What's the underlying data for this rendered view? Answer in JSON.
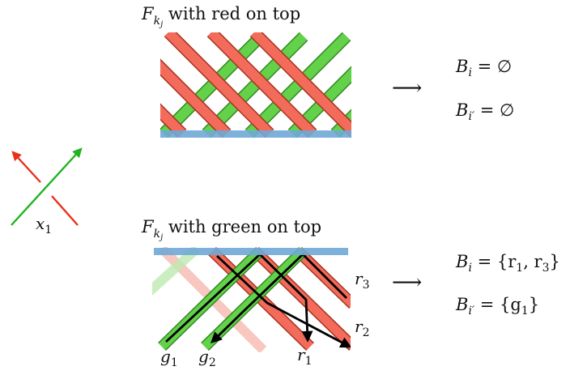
{
  "crossing": {
    "label_main": "x",
    "label_sub": "1",
    "colors": {
      "red": "#e8311a",
      "green": "#1fb31f"
    }
  },
  "panel_top": {
    "title_F": "F",
    "title_sub": "k",
    "title_subsub": "j",
    "title_rest": " with red on top",
    "arrow": "⟶",
    "result1_lhs": "B",
    "result1_sub": "i",
    "result1_rhs": " = ∅",
    "result2_lhs": "B",
    "result2_sub": "i′",
    "result2_rhs": " = ∅"
  },
  "panel_bottom": {
    "title_F": "F",
    "title_sub": "k",
    "title_subsub": "j",
    "title_rest": " with green on top",
    "arrow": "⟶",
    "result1_lhs": "B",
    "result1_sub": "i",
    "result1_rhs": " = {r",
    "result1_r1": "1",
    "result1_mid": ", r",
    "result1_r3": "3",
    "result1_end": "}",
    "result2_lhs": "B",
    "result2_sub": "i′",
    "result2_rhs": " = {g",
    "result2_g1": "1",
    "result2_end": "}",
    "labels": {
      "g1_main": "g",
      "g1_sub": "1",
      "g2_main": "g",
      "g2_sub": "2",
      "r1_main": "r",
      "r1_sub": "1",
      "r2_main": "r",
      "r2_sub": "2",
      "r3_main": "r",
      "r3_sub": "3"
    }
  },
  "colors": {
    "strand_red": "#f26b5b",
    "strand_red_edge": "#a8321f",
    "strand_green": "#63d14a",
    "strand_green_edge": "#2f8a1f",
    "baseline_blue": "#6fa8d6",
    "path_black": "#000000"
  }
}
